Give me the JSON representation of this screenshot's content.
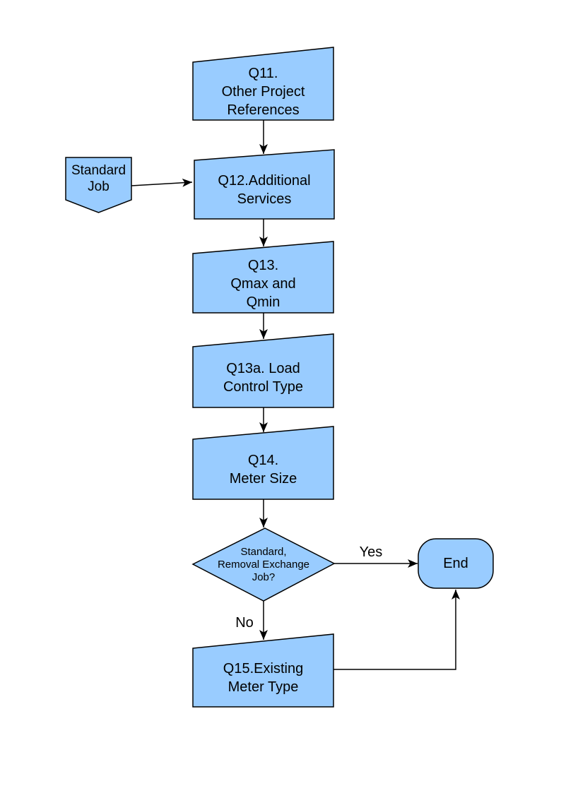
{
  "diagram": {
    "colors": {
      "node_fill": "#99CCFF",
      "node_stroke": "#000000",
      "connector": "#000000",
      "text": "#000000",
      "background": "#FFFFFF"
    },
    "nodes": {
      "q11": {
        "shape": "slanted-rect",
        "label": "Q11.\nOther Project\nReferences"
      },
      "standard_job": {
        "shape": "pentagon-down",
        "label": "Standard\nJob"
      },
      "q12": {
        "shape": "slanted-rect",
        "label": "Q12.Additional\nServices"
      },
      "q13": {
        "shape": "slanted-rect",
        "label": "Q13.\nQmax and\nQmin"
      },
      "q13a": {
        "shape": "slanted-rect",
        "label": "Q13a. Load\nControl Type"
      },
      "q14": {
        "shape": "slanted-rect",
        "label": "Q14.\nMeter Size"
      },
      "decision": {
        "shape": "diamond",
        "label": "Standard,\nRemoval Exchange\nJob?"
      },
      "end": {
        "shape": "terminator",
        "label": "End"
      },
      "q15": {
        "shape": "slanted-rect",
        "label": "Q15.Existing\nMeter Type"
      }
    },
    "edge_labels": {
      "yes": "Yes",
      "no": "No"
    }
  }
}
